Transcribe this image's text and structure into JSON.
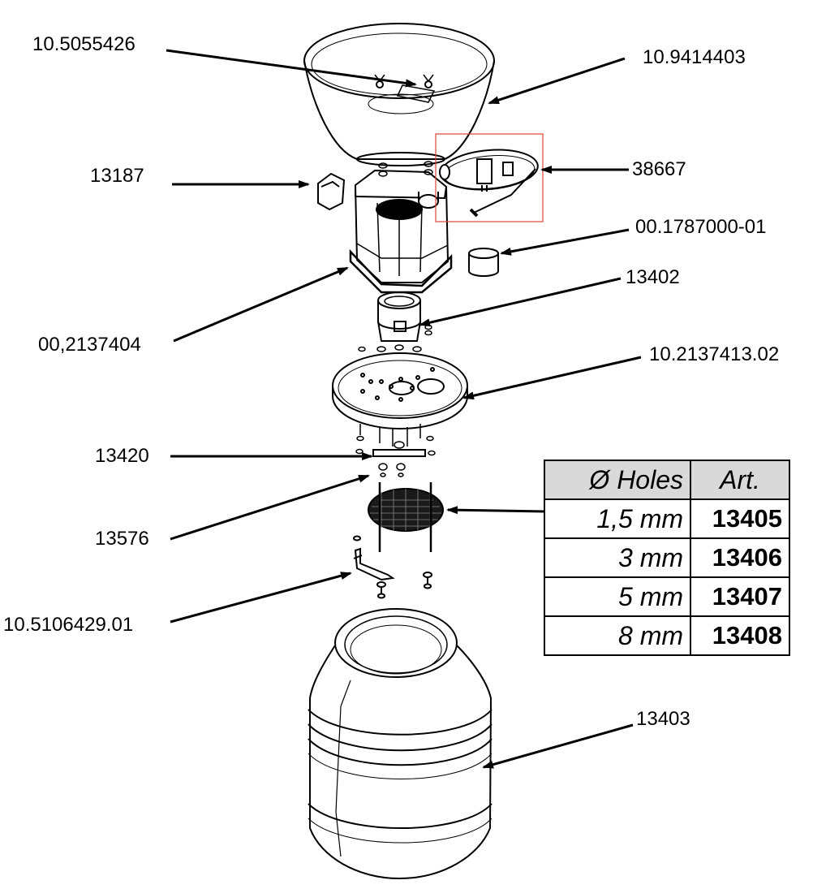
{
  "parts": [
    {
      "id": "p1",
      "label": "10.5055426"
    },
    {
      "id": "p2",
      "label": "10.9414403"
    },
    {
      "id": "p3",
      "label": "13187"
    },
    {
      "id": "p4",
      "label": "38667"
    },
    {
      "id": "p5",
      "label": "00.1787000-01"
    },
    {
      "id": "p6",
      "label": "13402"
    },
    {
      "id": "p7",
      "label": "00,2137404"
    },
    {
      "id": "p8",
      "label": "10.2137413.02"
    },
    {
      "id": "p9",
      "label": "13420"
    },
    {
      "id": "p10",
      "label": "13576"
    },
    {
      "id": "p11",
      "label": "10.5106429.01"
    },
    {
      "id": "p12",
      "label": "13403"
    }
  ],
  "table": {
    "headers": [
      "Ø Holes",
      "Art."
    ],
    "rows": [
      {
        "size": "1,5 mm",
        "art": "13405"
      },
      {
        "size": "3 mm",
        "art": "13406"
      },
      {
        "size": "5 mm",
        "art": "13407"
      },
      {
        "size": "8 mm",
        "art": "13408"
      }
    ]
  },
  "colors": {
    "line": "#000000",
    "highlight_box": "#e0443a",
    "table_header": "#d9d9d9"
  }
}
